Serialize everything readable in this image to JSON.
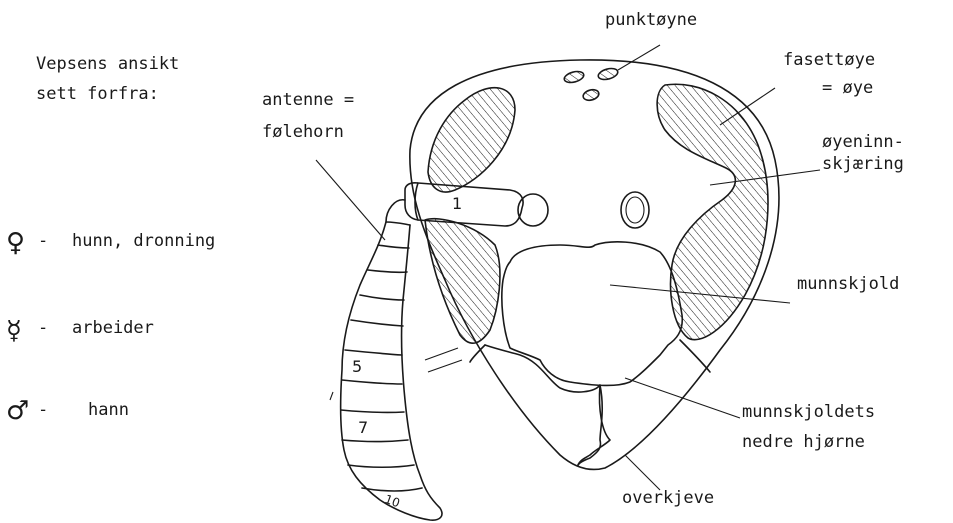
{
  "title": {
    "line1": "Vepsens ansikt",
    "line2": "sett forfra:"
  },
  "legend": [
    {
      "symbol": "♀",
      "dash": "-",
      "text": "hunn, dronning"
    },
    {
      "symbol": "☿",
      "dash": "-",
      "text": "arbeider"
    },
    {
      "symbol": "♂",
      "dash": "-",
      "text": "hann"
    }
  ],
  "labels": {
    "antenne_line1": "antenne =",
    "antenne_line2": "følehorn",
    "punktoyne": "punktøyne",
    "fasettoye_line1": "fasettøye",
    "fasettoye_line2": "= øye",
    "oyeninn_line1": "øyeninn-",
    "oyeninn_line2": "skjæring",
    "munnskjold": "munnskjold",
    "munnskjoldets_line1": "munnskjoldets",
    "munnskjoldets_line2": "nedre hjørne",
    "overkjeve": "overkjeve"
  },
  "segment_numbers": [
    "1",
    "5",
    "7",
    "10"
  ],
  "colors": {
    "ink": "#1a1a1a",
    "paper": "#ffffff"
  }
}
